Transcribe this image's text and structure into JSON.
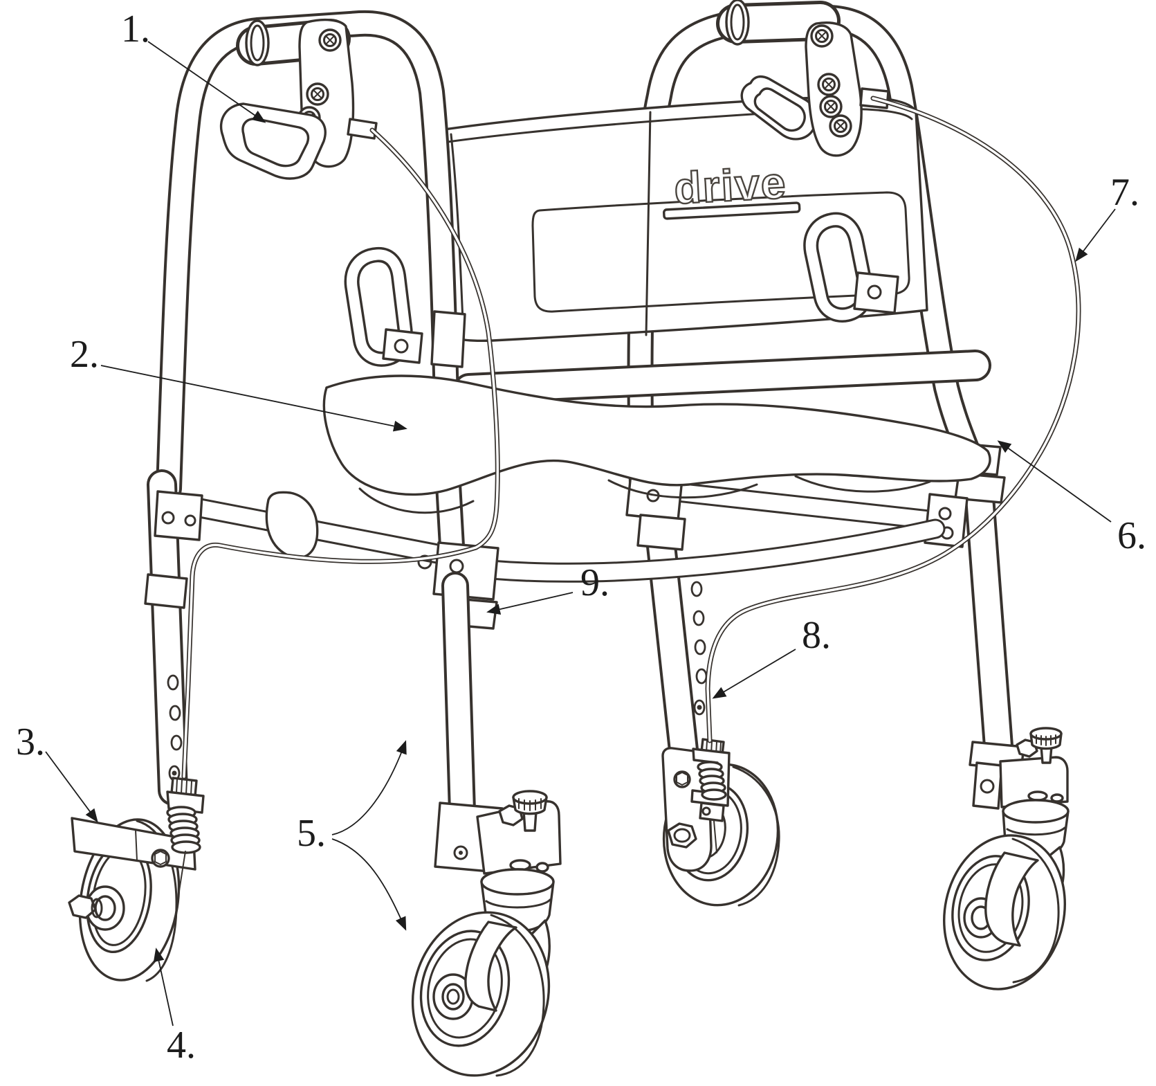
{
  "diagram": {
    "brand_logo": "drive",
    "colors": {
      "ink": "#37322e",
      "label_ink": "#1c1c1c",
      "background": "#ffffff"
    },
    "callouts": [
      {
        "id": 1,
        "label": "1."
      },
      {
        "id": 2,
        "label": "2."
      },
      {
        "id": 3,
        "label": "3."
      },
      {
        "id": 4,
        "label": "4."
      },
      {
        "id": 5,
        "label": "5."
      },
      {
        "id": 6,
        "label": "6."
      },
      {
        "id": 7,
        "label": "7."
      },
      {
        "id": 8,
        "label": "8."
      },
      {
        "id": 9,
        "label": "9."
      }
    ]
  }
}
